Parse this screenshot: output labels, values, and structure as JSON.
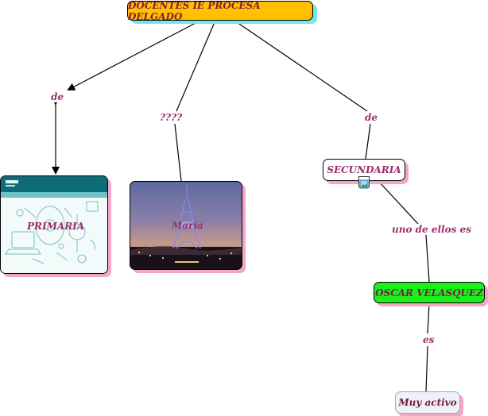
{
  "concept_map": {
    "root": "DOCENTES IE PROCESA DELGADO",
    "links": {
      "de_left": "de",
      "question": "????",
      "de_right": "de",
      "uno_de_ellos": "uno de ellos es",
      "es": "es"
    },
    "nodes": {
      "primaria": "PRIMARIA",
      "maria": "María",
      "secundaria": "SECUNDARIA",
      "oscar": "OSCAR VELASQUEZ",
      "activo": "Muy activo"
    }
  },
  "colors": {
    "root_fill": "#ffc000",
    "root_shadow": "#6fe6f0",
    "oscar_fill": "#1cf01c",
    "label_text": "#9a2e6a",
    "node_shadow": "#f4a6c8"
  }
}
